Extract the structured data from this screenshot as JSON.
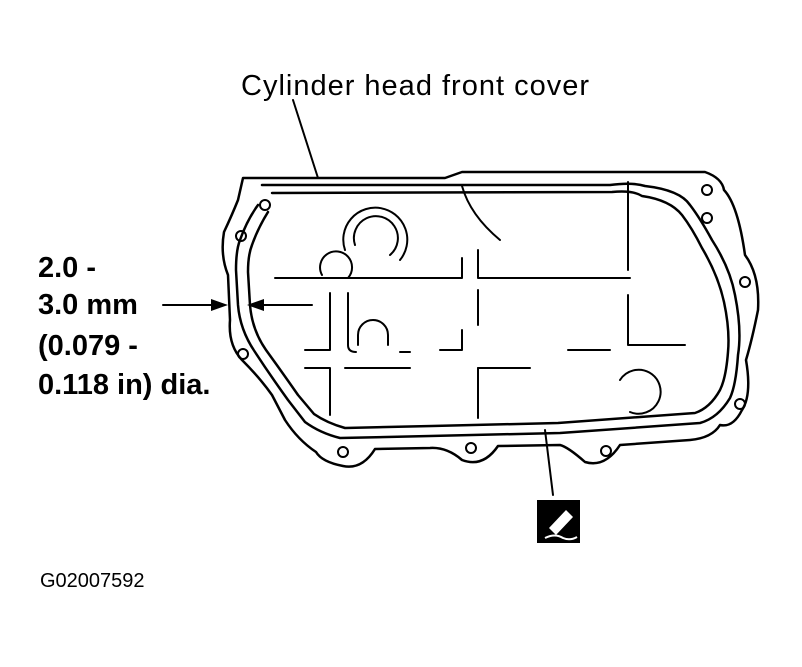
{
  "title": "Cylinder head front cover",
  "dimension": {
    "line1": "2.0 -",
    "line2": "3.0 mm",
    "line3": "(0.079 -",
    "line4": "0.118 in) dia."
  },
  "figure_code": "G02007592",
  "icons": {
    "sealant": "sealant-applicator-icon"
  },
  "colors": {
    "ink": "#000000",
    "paper": "#ffffff"
  }
}
